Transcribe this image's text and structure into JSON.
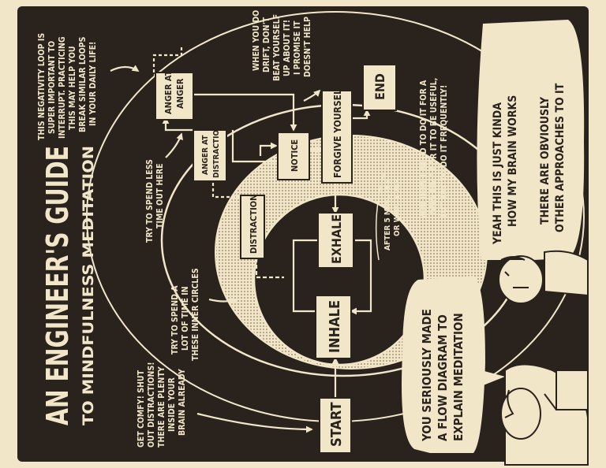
{
  "title": {
    "line1": "AN ENGINEER'S GUIDE",
    "line2": "TO MINDFULNESS MEDITATION"
  },
  "nodes": {
    "start": "START",
    "inhale": "INHALE",
    "exhale": "EXHALE",
    "distraction": "DISTRACTION",
    "notice": "NOTICE",
    "forgive": "FORGIVE YOURSELF",
    "anger_distraction": [
      "ANGER AT",
      "DISTRACTION"
    ],
    "anger_anger": [
      "ANGER AT",
      "ANGER"
    ],
    "end": "END"
  },
  "annotations": {
    "get_comfy": [
      "GET COMFY! SHUT",
      "OUT DISTRACTIONS!",
      "THERE ARE PLENTY",
      "INSIDE YOUR",
      "BRAIN ALREADY"
    ],
    "inner_circles": [
      "TRY TO SPEND A",
      "LOT OF TIME IN",
      "THESE INNER CIRCLES"
    ],
    "spend_less": [
      "TRY TO SPEND LESS",
      "TIME OUT HERE"
    ],
    "negativity": [
      "THIS NEGATIVITY LOOP IS",
      "SUPER IMPORTANT TO",
      "INTERRUPT. PRACTICING",
      "THIS MAY HELP YOU",
      "BREAK SIMILAR LOOPS",
      "IN YOUR DAILY LIFE!"
    ],
    "drift": [
      "WHEN YOU DO",
      "DRIFT, DON'T",
      "BEAT YOURSELF",
      "UP ABOUT IT!",
      "I PROMISE IT",
      "DOESN'T HELP"
    ],
    "after": [
      "AFTER 5 MINUTES",
      "OR WHATEVER"
    ],
    "long_time": [
      "YOU DON'T NEED TO DO IT FOR A",
      "LONG TIME FOR IT TO BE USEFUL,",
      "BUT TRY TO DO IT FREQUENTLY!"
    ]
  },
  "speech": {
    "left": [
      "YOU SERIOUSLY MADE",
      "A FLOW DIAGRAM TO",
      "EXPLAIN MEDITATION"
    ],
    "right_a": [
      "YEAH THIS IS JUST KINDA",
      "HOW MY BRAIN WORKS"
    ],
    "right_b": [
      "THERE ARE OBVIOUSLY",
      "OTHER APPROACHES TO IT"
    ]
  },
  "colors": {
    "background": "#2a231d",
    "paper": "#f2e6c9",
    "ink": "#2a231d"
  }
}
